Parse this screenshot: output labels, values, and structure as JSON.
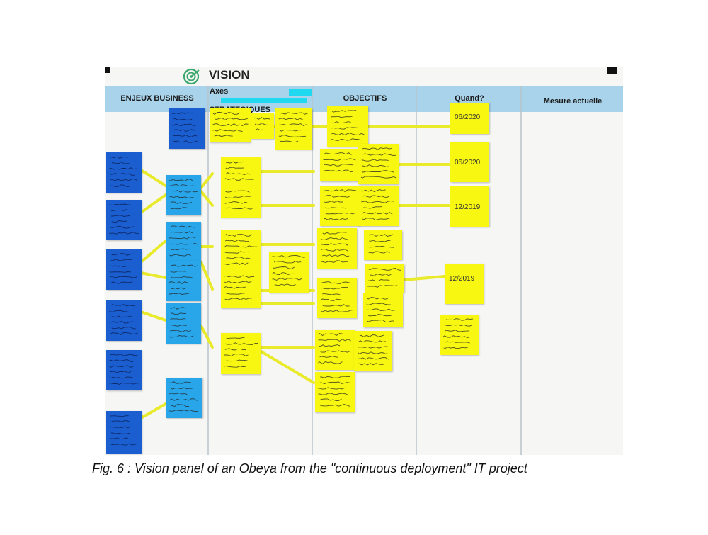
{
  "panel": {
    "title": "VISION",
    "columns": [
      {
        "key": "enjeux",
        "label": "ENJEUX BUSINESS"
      },
      {
        "key": "axes",
        "label": "Axes STRATEGIQUES"
      },
      {
        "key": "objectifs",
        "label": "OBJECTIFS"
      },
      {
        "key": "quand",
        "label": "Quand?"
      },
      {
        "key": "mesure",
        "label": "Mesure actuelle"
      }
    ],
    "dates": [
      "06/2020",
      "06/2020",
      "12/2019",
      "12/2019"
    ]
  },
  "colors": {
    "header_band": "#a9d3ea",
    "dark_blue": "#1b5ed0",
    "light_blue": "#29a6ea",
    "yellow": "#f7f712",
    "arrow_yellow": "#e8ea2a",
    "target_green": "#3aa86b"
  },
  "caption": "Fig. 6 : Vision panel of an Obeya from the \"continuous deployment\" IT project"
}
